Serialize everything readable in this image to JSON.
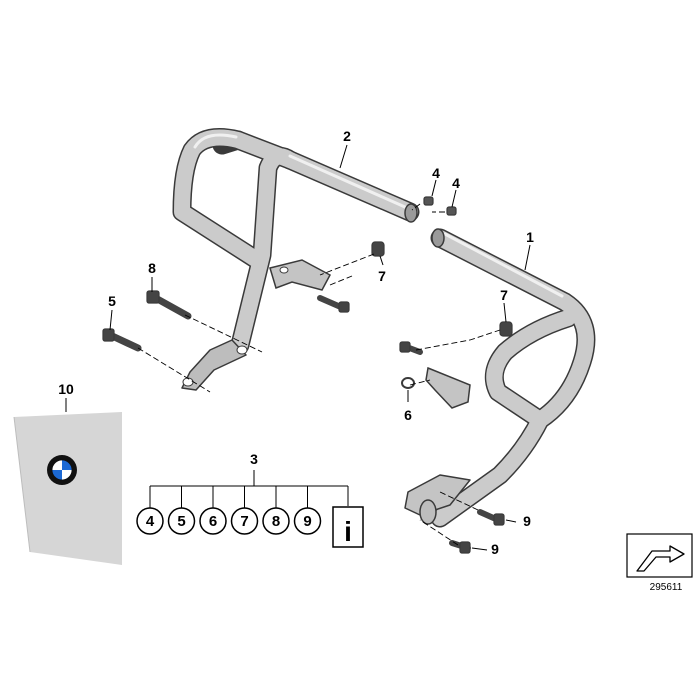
{
  "callouts": {
    "c1": "1",
    "c2": "2",
    "c3": "3",
    "c4a": "4",
    "c4b": "4",
    "c5": "5",
    "c6": "6",
    "c7a": "7",
    "c7b": "7",
    "c8": "8",
    "c9a": "9",
    "c9b": "9",
    "c10": "10"
  },
  "kit_contents": [
    "4",
    "5",
    "6",
    "7",
    "8",
    "9"
  ],
  "info_symbol": "i",
  "reference_number": "295611",
  "colors": {
    "tube_fill": "#c9c9c9",
    "tube_outline": "#3a3a3a",
    "manual_cover": "#d6d6d6",
    "logo_blue": "#1c69d4"
  },
  "icons": [
    "bmw-logo-icon",
    "info-icon",
    "arrow-icon"
  ]
}
